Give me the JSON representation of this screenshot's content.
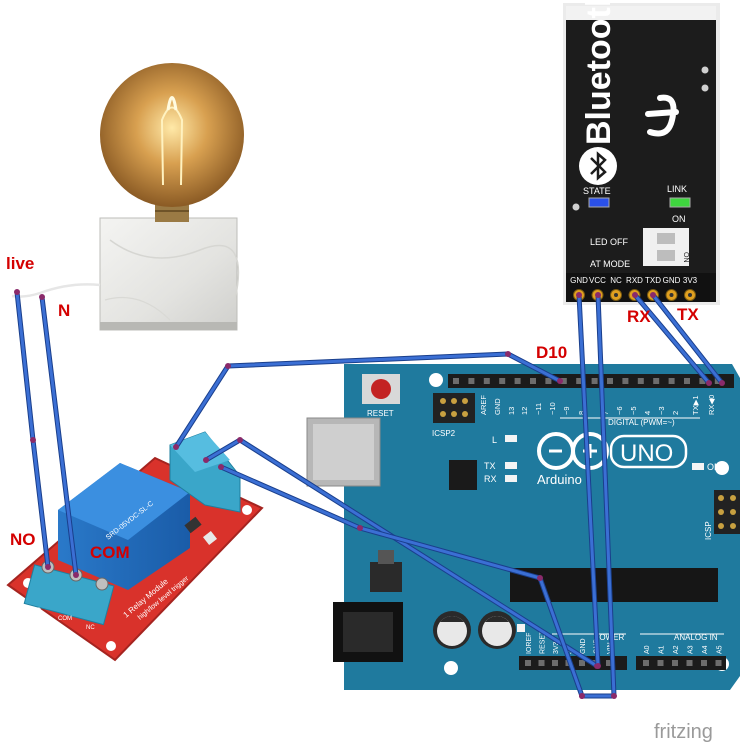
{
  "labels": {
    "live": "live",
    "n": "N",
    "no": "NO",
    "com": "COM",
    "d10": "D10",
    "rx": "RX",
    "tx": "TX"
  },
  "bluetooth": {
    "title": "Bluetooth",
    "state": "STATE",
    "link": "LINK",
    "on": "ON",
    "led_off": "LED OFF",
    "at_mode": "AT MODE",
    "switch_on": "ON",
    "pins": [
      "GND",
      "VCC",
      "NC",
      "RXD",
      "TXD",
      "GND",
      "3V3"
    ]
  },
  "arduino": {
    "reset": "RESET",
    "icsp2": "ICSP2",
    "icsp": "ICSP",
    "logo": "Arduino",
    "model": "UNO",
    "on": "ON",
    "l": "L",
    "tx": "TX",
    "rx": "RX",
    "digital": "DIGITAL (PWM=~)",
    "analog_in": "ANALOG IN",
    "power": "POWER",
    "top_pins": [
      "AREF",
      "GND",
      "13",
      "12",
      "~11",
      "~10",
      "~9",
      "8",
      "7",
      "~6",
      "~5",
      "4",
      "~3",
      "2",
      "TX▶1",
      "RX◀0"
    ],
    "power_pins": [
      "IOREF",
      "RESET",
      "3V3",
      "5V",
      "GND",
      "GND",
      "VIN"
    ],
    "analog_pins": [
      "A0",
      "A1",
      "A2",
      "A3",
      "A4",
      "A5"
    ]
  },
  "relay": {
    "module_text": "1 Relay Module",
    "trigger_text": "high/low level trigger",
    "terminals": [
      "NO",
      "COM",
      "NC"
    ],
    "relay_text": "SRD-05VDC-SL-C"
  },
  "watermark": "fritzing",
  "colors": {
    "wire": "#3b6fd4",
    "wire_dark": "#1f4aa8",
    "board": "#1f7a9e",
    "relay_board": "#d9322b",
    "terminal": "#3aa6c9",
    "label_red": "#d40000"
  }
}
